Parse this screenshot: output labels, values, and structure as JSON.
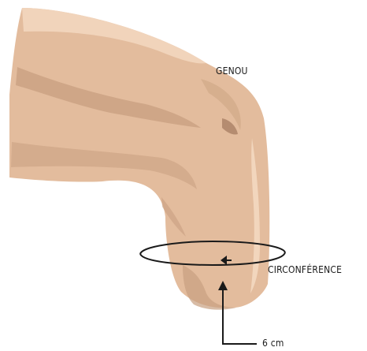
{
  "diagram": {
    "labels": {
      "knee": "GENOU",
      "circumference": "CIRCONFÉRENCE",
      "measure": "6 cm"
    },
    "colors": {
      "skin": "#E3BC9D",
      "skin_highlight": "#F3D8C1",
      "skin_shadow": "#C89F80",
      "skin_dark": "#B58C70",
      "line": "#1a1a1a"
    },
    "icons": {
      "circumference_marker": "ellipse-ring-with-arrow",
      "measure_marker": "elbow-arrow"
    }
  }
}
